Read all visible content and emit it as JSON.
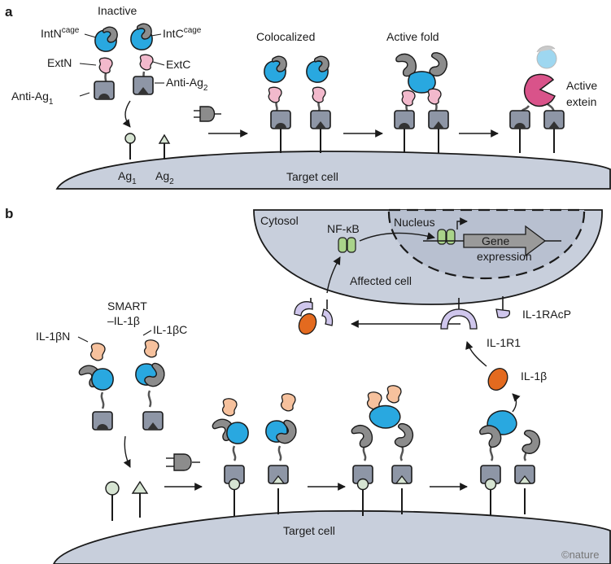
{
  "panel_a": {
    "letter": "a",
    "inactive": "Inactive",
    "intn_base": "IntN",
    "intn_sup": "cage",
    "intc_base": "IntC",
    "intc_sup": "cage",
    "extn": "ExtN",
    "extc": "ExtC",
    "anti_ag1_base": "Anti-Ag",
    "anti_ag1_sub": "1",
    "anti_ag2_base": "Anti-Ag",
    "anti_ag2_sub": "2",
    "ag1_base": "Ag",
    "ag1_sub": "1",
    "ag2_base": "Ag",
    "ag2_sub": "2",
    "colocalized": "Colocalized",
    "active_fold": "Active fold",
    "active_extein_1": "Active",
    "active_extein_2": "extein",
    "target_cell": "Target cell"
  },
  "panel_b": {
    "letter": "b",
    "cytosol": "Cytosol",
    "nfkb": "NF-κB",
    "nucleus": "Nucleus",
    "gene_1": "Gene",
    "gene_2": "expression",
    "affected_cell": "Affected cell",
    "il1racp": "IL-1RAcP",
    "il1r1": "IL-1R1",
    "il1b": "IL-1β",
    "smart_1": "SMART",
    "smart_2": "–IL-1β",
    "il1bn": "IL-1βN",
    "il1bc": "IL-1βC",
    "target_cell": "Target cell"
  },
  "watermark": "©nature",
  "colors": {
    "intein_blue": "#29a8e0",
    "extein_pink": "#f2b9cc",
    "active_extein": "#d9538a",
    "gray_protein": "#8c8c8c",
    "cell_fill": "#c8cfdc",
    "il1b_orange": "#e36a1f",
    "il1b_fragment": "#f6c19d",
    "nfkb_green": "#a9d38a",
    "receptor_lilac": "#cfc6ec"
  }
}
